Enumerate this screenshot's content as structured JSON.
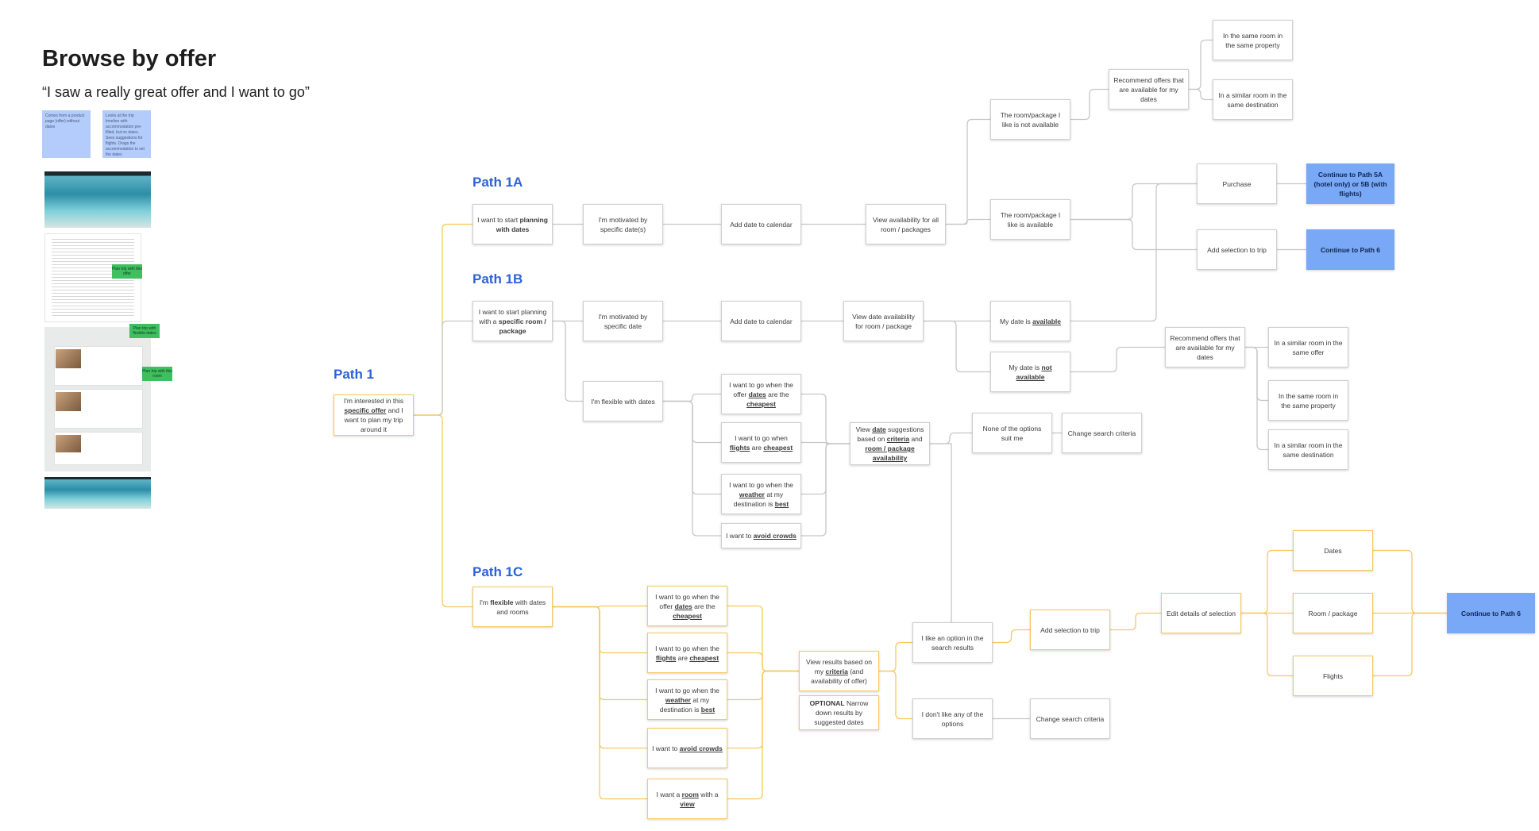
{
  "title": "Browse by offer",
  "subtitle": "“I saw a really great offer and I want to go”",
  "stickies": [
    "Comes from a product page (offer) without dates",
    "Looks at the trip timeline with accommodation pre-filled, but no dates. Sees suggestions for flights. Drags the accommodation to set the dates"
  ],
  "buttons": {
    "plan_offer": "Plan trip with this offer",
    "plan_flexible": "Plan trip with flexible dates",
    "plan_room": "Plan trip with this room"
  },
  "paths": {
    "p1": "Path 1",
    "p1a": "Path 1A",
    "p1b": "Path 1B",
    "p1c": "Path 1C"
  },
  "colors": {
    "path_label": "#2b63d9",
    "yellow_border": "#f6c860",
    "terminal": "#78a8f6",
    "sticky": "#b3ccfb",
    "green_button": "#3fbf5f"
  },
  "nodes": {
    "p1_root": "I'm interested in this <u>specific offer</u> and I want to plan my trip around it",
    "a1": "I want to start <b>planning with dates</b>",
    "a2": "I'm motivated by specific date(s)",
    "a3": "Add date to calendar",
    "a4": "View availability for all room / packages",
    "a5_na": "The room/package I like is not available",
    "a5_av": "The room/package I like is available",
    "a_rec": "Recommend offers that are available for my dates",
    "a_same": "In the same room in the same property",
    "a_similar": "In a similar room in the same destination",
    "a_purchase": "Purchase",
    "a_add": "Add selection to trip",
    "t_5a": "Continue to Path 5A (hotel only) or 5B (with flights)",
    "t_6a": "Continue to Path 6",
    "b1": "I want to start planning with a <b>specific room / package</b>",
    "b2": "I'm motivated by specific date",
    "b3": "Add date to calendar",
    "b4": "View date availability for room / package",
    "b5_av": "My date is <u>available</u>",
    "b5_na": "My date is <u>not available</u>",
    "b_rec": "Recommend offers that are available for my dates",
    "b_so": "In a similar room in the same offer",
    "b_sp": "In the same room in the same property",
    "b_sd": "In a similar room in the same destination",
    "b_flex": "I'm flexible with dates",
    "bf1": "I want to go when the offer <u>dates</u> are the <u>cheapest</u>",
    "bf2": "I want to go when <u>flights</u> are <u>cheapest</u>",
    "bf3": "I want to go when the <u>weather</u> at my destination is <u>best</u>",
    "bf4": "I want to <u>avoid crowds</u>",
    "b_view": "View <u>date</u> suggestions based on <u>criteria</u> and <u>room / package availability</u>",
    "b_none": "None of the options suit me",
    "b_change": "Change search criteria",
    "c1": "I'm <b>flexible</b> with dates and rooms",
    "cf1": "I want to go when the offer <u>dates</u> are the <u>cheapest</u>",
    "cf2": "I want to go when the <u>flights</u> are <u>cheapest</u>",
    "cf3": "I want to go when the <u>weather</u> at my destination is <u>best</u>",
    "cf4": "I want to <u>avoid crowds</u>",
    "cf5": "I want a <u>room</u> with a <u>view</u>",
    "c_view": "View results based on my <u>criteria</u> (and availability of offer)",
    "c_opt": "<b>OPTIONAL</b> Narrow down results by suggested dates",
    "c_like": "I like an option in the search results",
    "c_dislike": "I don't like any of the options",
    "c_add": "Add selection to trip",
    "c_change": "Change search criteria",
    "c_edit": "Edit details of selection",
    "c_dates": "Dates",
    "c_room": "Room / package",
    "c_flights": "Flights",
    "t_6c": "Continue to Path 6"
  }
}
